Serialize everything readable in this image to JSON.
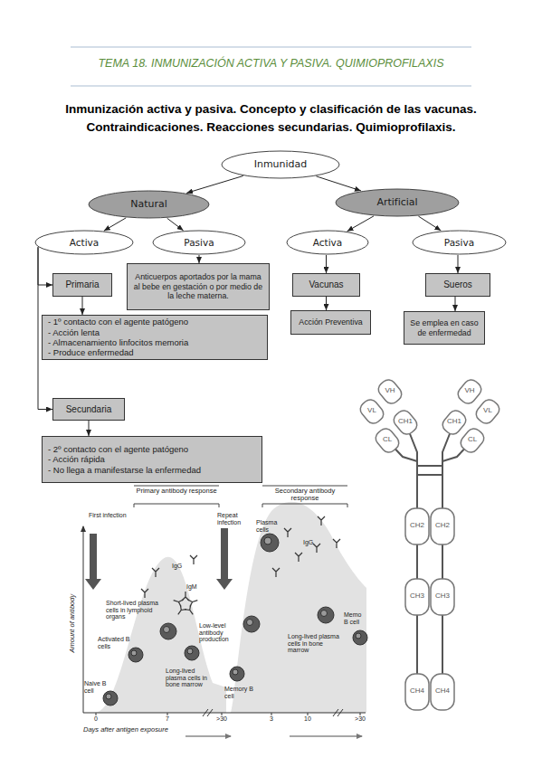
{
  "diagram": {
    "title": "Inmunización activa y pasiva. Concepto y clasificación de las vacunas. Contraindicaciones. Reacciones secundarias. Quimioprofilaxis.",
    "nodes": [
      {
        "text": [
          "Inmunidad"
        ]
      },
      {
        "text": [
          "Natural"
        ]
      },
      {
        "text": [
          "Artificial"
        ]
      },
      {
        "text": [
          "Activa"
        ]
      },
      {
        "text": [
          "Pasiva"
        ]
      },
      {
        "text": [
          "Activa"
        ]
      },
      {
        "text": [
          "Pasiva"
        ]
      },
      {
        "text": [
          "Primaria"
        ]
      },
      {
        "text": [
          "Anticuerpos aportados por la mama al bebe en gestación o por medio de la leche materna."
        ]
      },
      {
        "text": [
          "Vacunas"
        ]
      },
      {
        "text": [
          "Sueros"
        ]
      },
      {
        "text": [
          "Acción Preventiva"
        ]
      },
      {
        "text": [
          "Se emplea en caso de enfermedad"
        ]
      },
      {
        "text": [
          "- 1º contacto con el agente patógeno",
          "- Acción lenta",
          "- Almacenamiento linfocitos memoria",
          "- Produce enfermedad"
        ]
      },
      {
        "text": [
          "Secundaria"
        ]
      },
      {
        "text": [
          "- 2º contacto con el agente patógeno",
          "- Acción rápida",
          "- No llega a manifestarse la enfermedad"
        ]
      }
    ],
    "edges": [
      {
        "from": 0,
        "to": 1,
        "arrow": "to"
      },
      {
        "from": 0,
        "to": 2,
        "arrow": "to"
      },
      {
        "from": 1,
        "to": 3,
        "arrow": "to"
      },
      {
        "from": 1,
        "to": 4,
        "arrow": "to"
      },
      {
        "from": 2,
        "to": 5,
        "arrow": "to"
      },
      {
        "from": 2,
        "to": 6,
        "arrow": "to"
      },
      {
        "from": 3,
        "to": 7,
        "arrow": "to"
      },
      {
        "from": 3,
        "to": 14,
        "arrow": "to"
      },
      {
        "from": 4,
        "to": 8,
        "arrow": "to"
      },
      {
        "from": 5,
        "to": 9,
        "arrow": "to"
      },
      {
        "from": 6,
        "to": 10,
        "arrow": "to"
      },
      {
        "from": 9,
        "to": 11,
        "arrow": "to"
      },
      {
        "from": 10,
        "to": 12,
        "arrow": "to"
      },
      {
        "from": 7,
        "to": 13,
        "arrow": "to"
      },
      {
        "from": 14,
        "to": 15,
        "arrow": "to"
      }
    ],
    "labels": [
      "TEMA 18. INMUNIZACIÓN ACTIVA Y PASIVA. QUIMIOPROFILAXIS",
      "Primary antibody response",
      "Secondary antibody response",
      "First infection",
      "Repeat infection",
      "IgM",
      "IgG",
      "Short-lived plasma cells in lymphoid organs",
      "Activated B cells",
      "Naive B cell",
      "Low-level antibody production",
      "Long-lived plasma cells in bone marrow",
      "Memory B cell",
      "Plasma cells",
      "IgG",
      "Long-lived plasma cells in bone marrow",
      "Memo B cell",
      "Amount of antibody",
      "Days after antigen exposure",
      "0",
      "7",
      ">30",
      "3",
      "10",
      ">30",
      "VH",
      "VL",
      "CH1",
      "CL",
      "CH2",
      "CH3",
      "CH4",
      "VH",
      "VL",
      "CH1",
      "CL",
      "CH2",
      "CH3",
      "CH4"
    ]
  }
}
